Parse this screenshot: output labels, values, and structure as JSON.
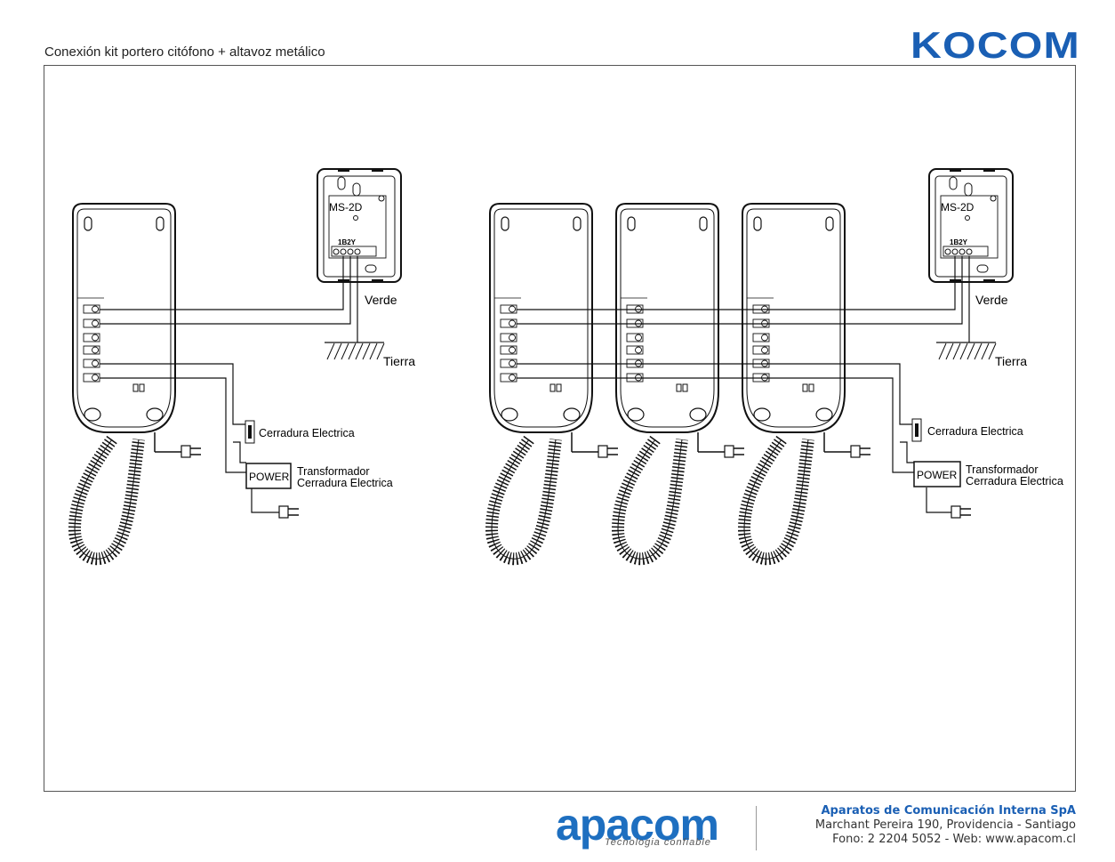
{
  "header": {
    "title": "Conexión kit portero citófono + altavoz metálico",
    "brand": "KOCOM"
  },
  "diagram": {
    "door_station_model": "MS-2D",
    "terminal_label": "1B2Y",
    "green_label": "Verde",
    "ground_label": "Tierra",
    "lock_label": "Cerradura Electrica",
    "power_label": "POWER",
    "transformer_label_1": "Transformador",
    "transformer_label_2": "Cerradura Electrica"
  },
  "footer": {
    "logo": "apacom",
    "tagline": "Tecnologia confiable",
    "company": "Aparatos de Comunicación Interna SpA",
    "address": "Marchant Pereira 190, Providencia - Santiago",
    "contact": "Fono: 2 2204 5052 - Web: www.apacom.cl"
  },
  "colors": {
    "brand": "#1a5fb4",
    "accent": "#1e6fc0"
  }
}
